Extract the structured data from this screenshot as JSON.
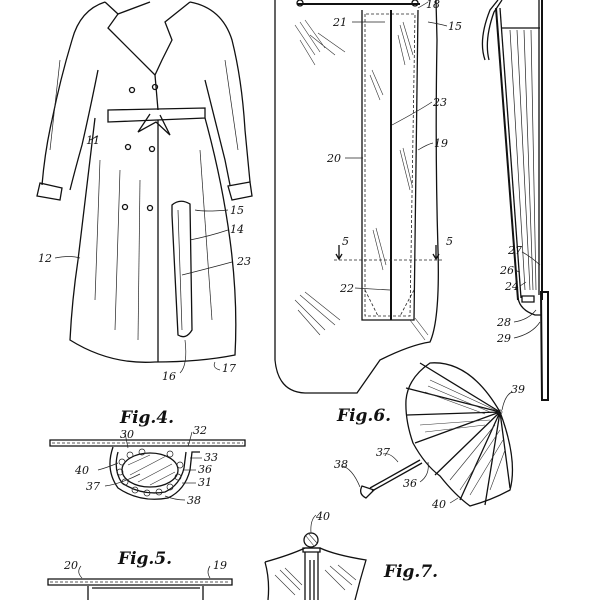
{
  "document": {
    "type": "patent-drawing-sheet",
    "figures": [
      {
        "id": "fig3",
        "subject": "coat with umbrella pocket",
        "references": [
          "11",
          "12",
          "14",
          "15",
          "16",
          "17",
          "23"
        ]
      },
      {
        "id": "fig2",
        "subject": "pocket panel detail",
        "references": [
          "15",
          "18",
          "19",
          "20",
          "21",
          "22",
          "23"
        ],
        "section_mark": "5"
      },
      {
        "id": "fig1",
        "subject": "furled umbrella in sheath, sectional",
        "references": [
          "24",
          "26",
          "27",
          "28",
          "29"
        ]
      },
      {
        "id": "fig4",
        "label": "Fig.4.",
        "subject": "cross section of umbrella pocket",
        "references": [
          "30",
          "31",
          "32",
          "33",
          "36",
          "37",
          "38",
          "40"
        ]
      },
      {
        "id": "fig5",
        "label": "Fig.5.",
        "subject": "section on line 5-5",
        "references": [
          "19",
          "20"
        ]
      },
      {
        "id": "fig6",
        "label": "Fig.6.",
        "subject": "open umbrella",
        "references": [
          "36",
          "37",
          "38",
          "39",
          "40"
        ]
      },
      {
        "id": "fig7",
        "label": "Fig.7.",
        "subject": "umbrella tip detail",
        "references": [
          "40"
        ]
      }
    ]
  },
  "labels": {
    "fig4": "Fig.4.",
    "fig5": "Fig.5.",
    "fig6": "Fig.6.",
    "fig7": "Fig.7.",
    "r11": "11",
    "r12": "12",
    "r14": "14",
    "r15": "15",
    "r16": "16",
    "r17": "17",
    "r18": "18",
    "r19": "19",
    "r20": "20",
    "r21": "21",
    "r22": "22",
    "r23": "23",
    "r24": "24",
    "r26": "26",
    "r27": "27",
    "r28": "28",
    "r29": "29",
    "r30": "30",
    "r31": "31",
    "r32": "32",
    "r33": "33",
    "r36": "36",
    "r37": "37",
    "r38": "38",
    "r39": "39",
    "r40": "40",
    "sec5": "5"
  }
}
